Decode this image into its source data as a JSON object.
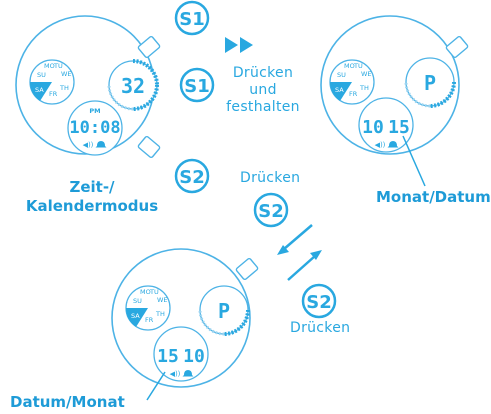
{
  "colors": {
    "line": "#4db3e6",
    "accent": "#29a8e0",
    "label": "#1e9bd7"
  },
  "buttons": {
    "s1": "S1",
    "s2": "S2"
  },
  "instructions": {
    "s1_press_hold": [
      "Drücken",
      "und",
      "festhalten"
    ],
    "s2_press_top": "Drücken",
    "s2_press_bottom": "Drücken"
  },
  "modes": {
    "time_calendar": {
      "label_line1": "Zeit-/",
      "label_line2": "Kalendermodus"
    },
    "month_date": {
      "label": "Monat/Datum"
    },
    "date_month": {
      "label": "Datum/Monat"
    }
  },
  "watch_faces": {
    "time_calendar": {
      "weekdays": [
        "SU",
        "MO",
        "TU",
        "WE",
        "TH",
        "FR",
        "SA"
      ],
      "active_day": "SA",
      "right_display": "32",
      "am_pm": "PM",
      "time": "10:08"
    },
    "month_date": {
      "weekdays": [
        "SU",
        "MO",
        "TU",
        "WE",
        "TH",
        "FR",
        "SA"
      ],
      "active_day": "SA",
      "right_display": "P",
      "left_value": "10",
      "right_value": "15"
    },
    "date_month": {
      "weekdays": [
        "SU",
        "MO",
        "TU",
        "WE",
        "TH",
        "FR",
        "SA"
      ],
      "active_day": "SA",
      "right_display": "P",
      "left_value": "15",
      "right_value": "10"
    }
  },
  "icons": [
    "play-forward-icon",
    "arrow-down-left-icon",
    "arrow-up-right-icon",
    "sound-icon",
    "alarm-bell-icon"
  ]
}
